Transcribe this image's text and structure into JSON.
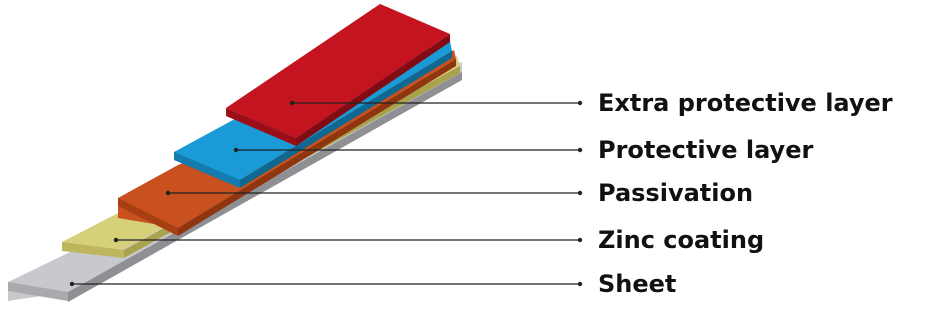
{
  "layers": [
    {
      "id": "sheet",
      "label": "Sheet",
      "color": "#c8c9cc"
    },
    {
      "id": "zinc",
      "label": "Zinc coating",
      "color": "#d6d07a"
    },
    {
      "id": "passivation",
      "label": "Passivation",
      "color": "#c9511f"
    },
    {
      "id": "protective",
      "label": "Protective layer",
      "color": "#1a9ad6"
    },
    {
      "id": "extra",
      "label": "Extra protective layer",
      "color": "#c3141f"
    }
  ]
}
